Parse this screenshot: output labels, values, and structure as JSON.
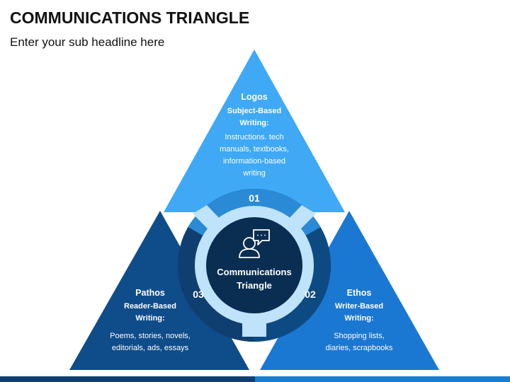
{
  "slide": {
    "title": "COMMUNICATIONS TRIANGLE",
    "subtitle": "Enter your sub headline here"
  },
  "center": {
    "label_line1": "Communications",
    "label_line2": "Triangle",
    "icon": "person-chat-icon"
  },
  "segments": [
    {
      "number": "01",
      "title": "Logos",
      "subtitle_line1": "Subject-Based",
      "subtitle_line2": "Writing:",
      "body_lines": [
        "Instructions. tech",
        "manuals, textbooks,",
        "information-based",
        "writing"
      ],
      "color": "#3fa9f5"
    },
    {
      "number": "02",
      "title": "Ethos",
      "subtitle_line1": "Writer-Based",
      "subtitle_line2": "Writing:",
      "body_lines": [
        "Shopping lists,",
        "diaries, scrapbooks"
      ],
      "color": "#1b78d2"
    },
    {
      "number": "03",
      "title": "Pathos",
      "subtitle_line1": "Reader-Based",
      "subtitle_line2": "Writing:",
      "body_lines": [
        "Poems, stories, novels,",
        "editorials, ads, essays"
      ],
      "color": "#0f4c8a"
    }
  ],
  "colors": {
    "center_circle": "#0a2e52",
    "inner_ring": "#bfe3fb",
    "ring_01": "#2a8ad6",
    "ring_02": "#0e4a82",
    "ring_03": "#0f3f70",
    "text_on_dark": "#ffffff"
  }
}
